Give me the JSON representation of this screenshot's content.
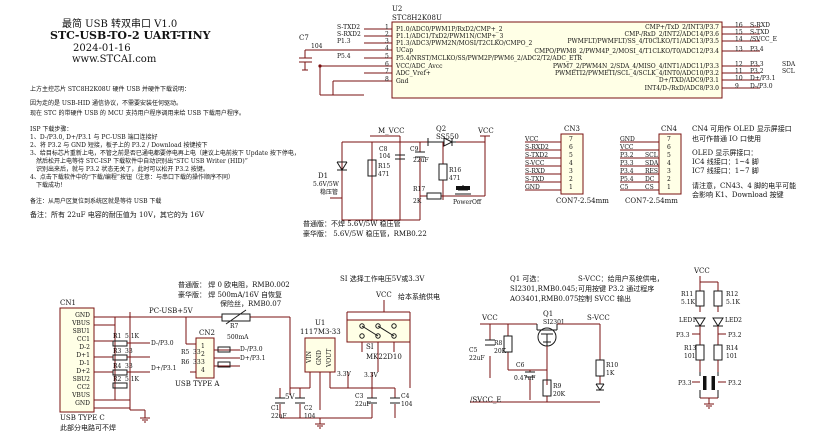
{
  "header": {
    "title": "最简 USB 转双串口   V1.0",
    "name": "STC-USB-TO-2 UART-TINY",
    "date": "2024-01-16",
    "site": "www.STCAI.com"
  },
  "notes": {
    "main_chip": "上方主控芯片 STC8H2K08U 硬件 USB 并硬件下载说明：",
    "hid_line1": "因为走的是 USB-HID 通信协议，不需要安装任何驱动。",
    "hid_line2": "现在 STC 的带硬件 USB 的 MCU 支持用户程序调用来给 USB 下载用户程序。",
    "isp_title": "ISP 下载步骤：",
    "isp_1": "1、D-/P3.0, D+/P3.1 与 PC-USB 端口连接好",
    "isp_2": "2、将 P3.2 与 GND 短接，板子上的 P3.2 / Download 按键按下",
    "isp_3": "3、给目标芯片重新上电，不管之前是否已通电都要停电再上电（建议上电前按下 Update 按下停电，",
    "isp_3b": "然后松开上电等待 STC-ISP 下载软件中自动识别出“STC USB Writer (HID)”",
    "isp_3c": "识别出来后，就与 P3.2 状态无关了，此时可以松开 P3.2 按键。",
    "isp_4": "4、点击下载软件中的“下载/编程”按钮（注意：与串口下载的操作顺序不同）",
    "isp_4b": "下载成功！",
    "note_reserve": "备注：从用户区复位到系统区就是等待 USB 下载",
    "note_cap": "备注：所有 22uF 电容的耐压值为 10V，其它的为 16V"
  },
  "u2": {
    "ref": "U2",
    "part": "STC8H2K08U",
    "left_pins": [
      "P1.0/ADC0/PWM1P/RxD2/CMP+_2",
      "P1.1/ADC1/TxD2/PWM1N/CMP+_3",
      "P1.3/ADC3/PWM2N/MOSI/T2CLKO/CMPO_2",
      "UCap",
      "P5.4/NRST/MCLKO/SS/PWM2P/PWM6_2/ADC2/T2/ADC_ETR",
      "VCC/ADC_Avcc",
      "ADC_Vref+",
      "Gnd"
    ],
    "left_nums": [
      "1",
      "2",
      "3",
      "4",
      "5",
      "6",
      "7",
      "8"
    ],
    "left_nets": [
      "S-TXD2",
      "S-RXD2",
      "P1.3",
      "",
      "P5.4",
      "",
      "",
      ""
    ],
    "right_pins": [
      "CMP+/TxD_2/INT3/P3.7",
      "CMP-/RxD_2/INT2/ADC14/P3.6",
      "PWMFLT/PWMFLT/SS_4/T0CLKO/T1/ADC13/P3.5",
      "CMPO/PWM8_2/PWM4P_2/MOSI_4/T1CLKO/T0/ADC12/P3.4",
      "PWM7_2/PWM4N_2/SDA_4/MISO_4/INT1/ADC11/P3.3",
      "PWMETI2/PWMETI/SCL_4/SCLK_4/INT0/ADC10/P3.2",
      "D+/TXD/ADC9/P3.1",
      "INT4/D-/RxD/ADC8/P3.0"
    ],
    "right_nums": [
      "16",
      "15",
      "14",
      "13",
      "12",
      "11",
      "10",
      "9"
    ],
    "right_nets": [
      "S-RXD",
      "S-TXD",
      "/SVCC_E",
      "P3.4",
      "P3.3",
      "P3.2",
      "D+/P3.1",
      "D-/P3.0"
    ],
    "right_nets_extra": [
      "",
      "",
      "",
      "",
      "SDA",
      "SCL",
      "",
      ""
    ]
  },
  "c7": {
    "ref": "C7",
    "value": "104"
  },
  "power_mid": {
    "mvcc": "M_VCC",
    "vcc": "VCC",
    "q2_ref": "Q2",
    "q2_part": "SS550",
    "c8_ref": "C8",
    "c8_val": "104",
    "c9_ref": "C9",
    "c9_val": "22uF",
    "r15_ref": "R15",
    "r15_val": "471",
    "r16_ref": "R16",
    "r16_val": "471",
    "r17_ref": "R17",
    "r17_val": "2K",
    "d1_ref": "D1",
    "d1_val": "5.6V/5W",
    "d1_note": "稳压管",
    "powerkey": "PowerOff",
    "note1": "普通版：不焊 5.6V/5W 稳压管",
    "note2": "豪华版：    5.6V/5W 稳压管，RMB0.22"
  },
  "cn3": {
    "ref": "CN3",
    "caption": "CON7-2.54mm",
    "nets": [
      "VCC",
      "S-RXD2",
      "S-TXD2",
      "S-VCC",
      "S-RXD",
      "S-TXD",
      "GND"
    ],
    "pins": [
      "7",
      "6",
      "5",
      "4",
      "3",
      "2",
      "1"
    ]
  },
  "cn4": {
    "ref": "CN4",
    "caption": "CON7-2.54mm",
    "nets": [
      "GND",
      "VCC",
      "P3.2",
      "P3.3",
      "P3.4",
      "P5.4",
      "C5"
    ],
    "extra": [
      "",
      "",
      "SCL",
      "SDA",
      "RES",
      "DC",
      "CS"
    ],
    "pins": [
      "7",
      "6",
      "5",
      "4",
      "3",
      "2",
      "1"
    ]
  },
  "oled": {
    "l1": "CN4 可用作 OLED 显示屏接口",
    "l2": "也可作普通 IO 口使用",
    "l3": "OLED 显示屏接口：",
    "l4": "IC4 线接口：1~4 脚",
    "l5": "IC7 线接口：1~7 脚",
    "l6": "请注意，CN43、4 脚的电平可能",
    "l7": "会影响 K1、Download 按键"
  },
  "usb": {
    "ref": "CN1",
    "type": "USB TYPE C",
    "pins": [
      "GND",
      "VBUS",
      "SBU1",
      "CC1",
      "D-2",
      "D+1",
      "D-1",
      "D+2",
      "SBU2",
      "CC2",
      "VBUS",
      "GND"
    ],
    "pc_usb": "PC-USB+5V",
    "r1_ref": "R1",
    "r1_val": "5.1K",
    "r2_ref": "R2",
    "r2_val": "5.1K",
    "r3_ref": "R3",
    "r3_val": "33",
    "r4_ref": "R4",
    "r4_val": "33",
    "net_dm": "D-/P3.0",
    "net_dp": "D+/P3.1",
    "note_bottom": "此部分电路可不焊"
  },
  "cn2": {
    "ref": "CN2",
    "type": "USB TYPE A",
    "r5_ref": "R5",
    "r5_val": "33",
    "r6_ref": "R6",
    "r6_val": "33",
    "net_dm": "D-/P3.0",
    "net_dp": "D+/P3.1",
    "pc_usb": "PC-USB+5V"
  },
  "fuse": {
    "ref": "R7",
    "val": "500mA",
    "note1": "普通版：  焊 0 欧电阻，RMB0.002",
    "note2": "豪华版：  焊 500mA/16V 自恢复",
    "note3": "保险丝，RMB0.07"
  },
  "ldo": {
    "ref": "U1",
    "part": "1117M3-33",
    "pins": [
      "VIN",
      "GND",
      "VOUT"
    ],
    "out": "3.3V",
    "in_label": "5V",
    "c1_ref": "C1",
    "c1_val": "22uF",
    "c2_ref": "C2",
    "c2_val": "104",
    "c3_ref": "C3",
    "c3_val": "22uF",
    "c4_ref": "C4",
    "c4_val": "104"
  },
  "sw": {
    "title": "SI 选择工作电压5V或3.3V",
    "vcc": "VCC",
    "note": "给本系统供电",
    "ref": "SI",
    "part": "MK22D10",
    "v33": "3.3V"
  },
  "q1": {
    "note1": "Q1 可选：",
    "note2": "SI2301,RMB0.045;",
    "note3": "AO3401,RMB0.075",
    "ref": "Q1",
    "part": "SI2301",
    "vcc": "VCC",
    "svcc": "S-VCC",
    "c5_ref": "C5",
    "c5_val": "22uF",
    "c6_ref": "C6",
    "c6_val": "0.47uF",
    "r8_ref": "R8",
    "r8_val": "20K",
    "r9_ref": "R9",
    "r9_val": "20K",
    "r10_ref": "R10",
    "r10_val": "1K",
    "svcc_e": "/SVCC_E"
  },
  "svcc_note": {
    "l1": "S-VCC：给用户系统供电，",
    "l2": "可用按键 P3.2 通过程序",
    "l3": "控制 SVCC 输出"
  },
  "leds": {
    "vcc": "VCC",
    "r11_ref": "R11",
    "r11_val": "5.1K",
    "r12_ref": "R12",
    "r12_val": "5.1K",
    "led1": "LED1",
    "led2": "LED2",
    "p33": "P3.3",
    "p32": "P3.2",
    "r13_ref": "R13",
    "r13_val": "101",
    "r14_ref": "R14",
    "r14_val": "101"
  }
}
